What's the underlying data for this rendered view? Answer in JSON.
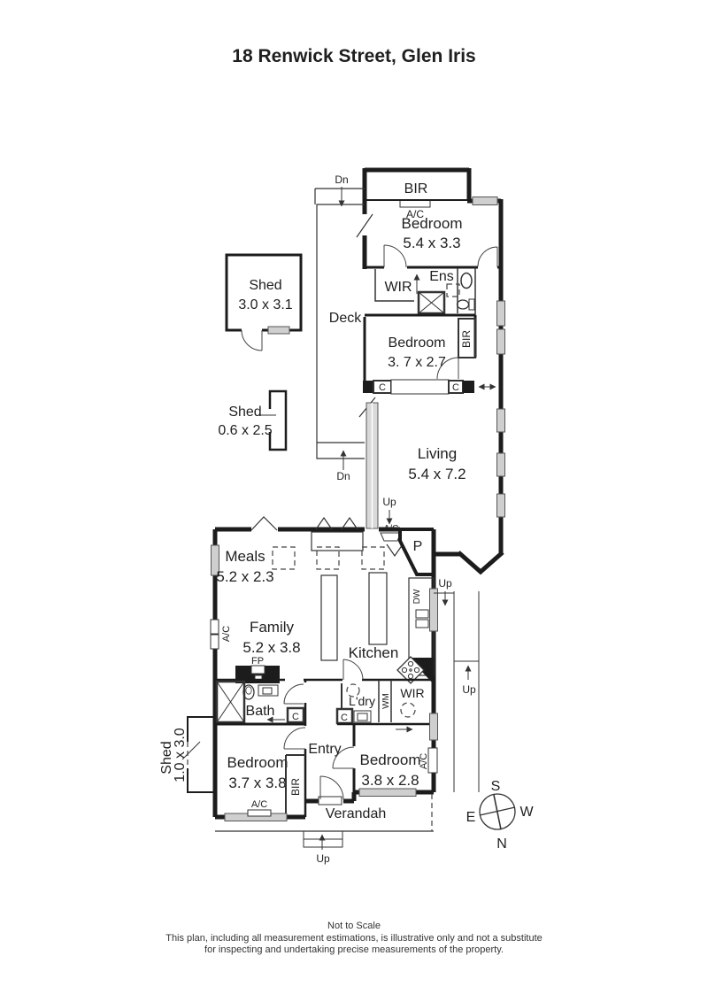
{
  "title": "18 Renwick Street, Glen Iris",
  "rooms": {
    "bedroom1": {
      "name": "Bedroom",
      "dims": "5.4 x 3.3"
    },
    "bedroom2": {
      "name": "Bedroom",
      "dims": "3. 7 x 2.7"
    },
    "bedroom3": {
      "name": "Bedroom",
      "dims": "3.7 x 3.8"
    },
    "bedroom4": {
      "name": "Bedroom",
      "dims": "3.8 x 2.8"
    },
    "living": {
      "name": "Living",
      "dims": "5.4 x 7.2"
    },
    "meals": {
      "name": "Meals",
      "dims": "5.2 x 2.3"
    },
    "family": {
      "name": "Family",
      "dims": "5.2 x 3.8"
    },
    "kitchen": {
      "name": "Kitchen"
    },
    "bath": {
      "name": "Bath"
    },
    "laundry": {
      "name": "L'dry"
    },
    "entry": {
      "name": "Entry"
    },
    "deck": {
      "name": "Deck"
    },
    "verandah": {
      "name": "Verandah"
    },
    "ensuite": {
      "name": "Ens"
    },
    "wir": {
      "name": "WIR"
    },
    "pantry": {
      "name": "P"
    },
    "shed1": {
      "name": "Shed",
      "dims": "3.0 x 3.1"
    },
    "shed2": {
      "name": "Shed",
      "dims": "0.6 x 2.5"
    },
    "shed3": {
      "name": "Shed",
      "dims": "1.0 x 3.0"
    }
  },
  "labels": {
    "bir": "BIR",
    "ac": "A/C",
    "up": "Up",
    "dn": "Dn",
    "c": "C",
    "dw": "DW",
    "wm": "WM",
    "fp": "FP"
  },
  "compass": {
    "top": "S",
    "left": "E",
    "right": "W",
    "bottom": "N"
  },
  "footer": {
    "scale": "Not to Scale",
    "disclaimer1": "This plan, including all measurement estimations, is illustrative only and not a substitute",
    "disclaimer2": "for inspecting and undertaking precise measurements of the property."
  }
}
